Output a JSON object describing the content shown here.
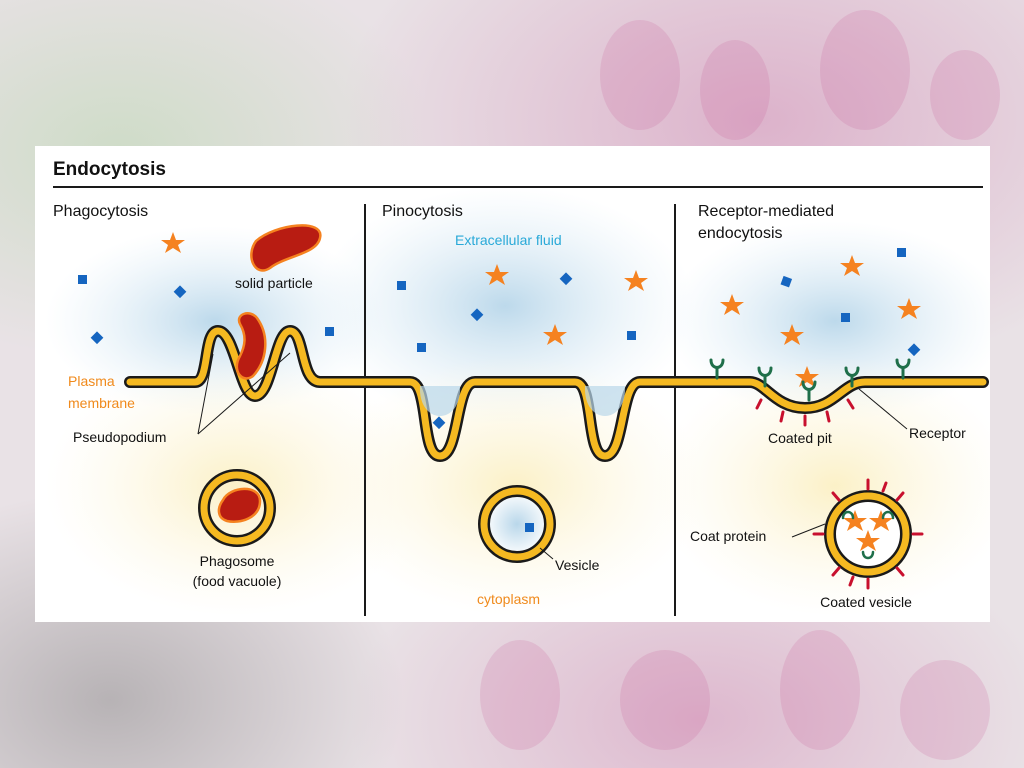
{
  "figure": {
    "title": "Endocytosis",
    "panels": [
      {
        "title_line1": "Phagocytosis",
        "title_line2": ""
      },
      {
        "title_line1": "Pinocytosis",
        "title_line2": ""
      },
      {
        "title_line1": "Receptor-mediated",
        "title_line2": "endocytosis"
      }
    ],
    "labels": {
      "solid_particle": "solid particle",
      "plasma_membrane_1": "Plasma",
      "plasma_membrane_2": "membrane",
      "pseudopodium": "Pseudopodium",
      "phagosome_1": "Phagosome",
      "phagosome_2": "(food vacuole)",
      "extracellular_fluid": "Extracellular fluid",
      "vesicle": "Vesicle",
      "cytoplasm": "cytoplasm",
      "coated_pit": "Coated pit",
      "receptor": "Receptor",
      "coat_protein": "Coat protein",
      "coated_vesicle": "Coated vesicle"
    },
    "colors": {
      "membrane": "#f5b921",
      "membrane_outline": "#1a1a1a",
      "particle": "#b81c12",
      "star": "#f58220",
      "square": "#1565c0",
      "receptor": "#1f6f4a",
      "coat": "#c8102e",
      "extracellular_label": "#29a9d8",
      "orange_label": "#f08a1c"
    }
  }
}
